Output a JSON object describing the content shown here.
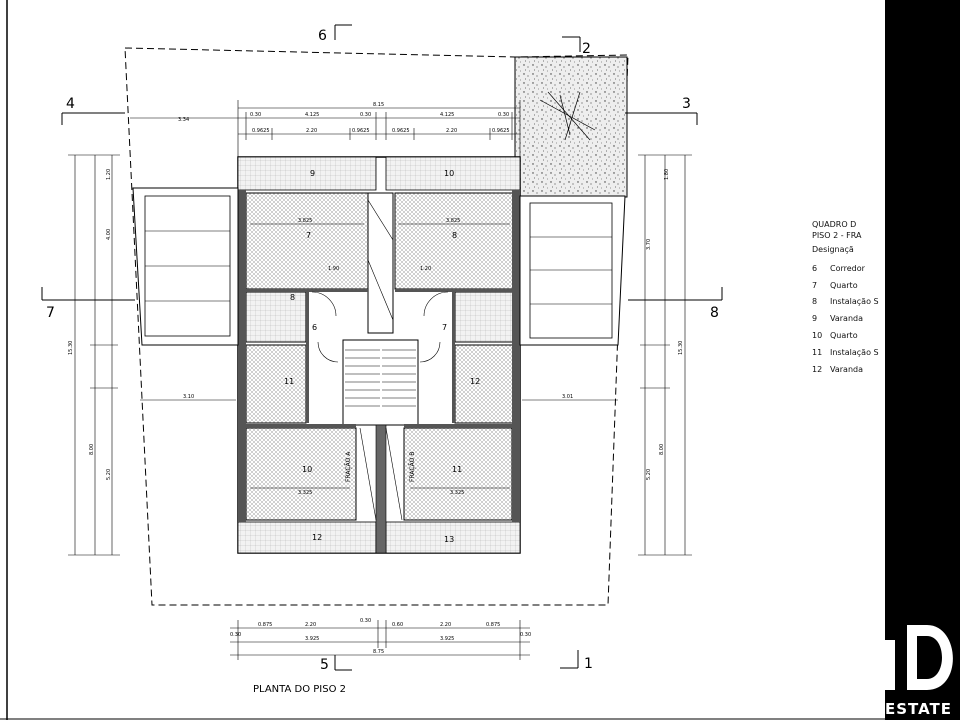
{
  "sections": {
    "s1": "1",
    "s2": "2",
    "s3": "3",
    "s4": "4",
    "s5": "5",
    "s6": "6",
    "s7": "7",
    "s8": "8"
  },
  "plan_title": "PLANTA DO PISO 2",
  "room_numbers": {
    "r6": "6",
    "r7a": "7",
    "r7b": "7",
    "r8a": "8",
    "r8b": "8",
    "r9": "9",
    "r10a": "10",
    "r10b": "10",
    "r11a": "11",
    "r11b": "11",
    "r12a": "12",
    "r12b": "12",
    "r13": "13"
  },
  "fraction_labels": [
    "FRAÇÃO A",
    "FRAÇÃO B"
  ],
  "dims_top": {
    "total": "8.15",
    "d1": "0.30",
    "d2": "4.125",
    "d3": "0.30",
    "d4": "4.125",
    "d5": "0.30",
    "d6": "3.34",
    "d7": "0.9625",
    "d8": "2.20",
    "d9": "0.9625",
    "d10": "0.9625",
    "d11": "2.20",
    "d12": "0.9625"
  },
  "dims_bottom": {
    "total": "8.75",
    "a1": "0.30",
    "a2": "0.875",
    "a3": "2.20",
    "a4": "0.30",
    "a5": "0.60",
    "a6": "2.20",
    "a7": "0.875",
    "a8": "0.30",
    "b1": "3.925",
    "b2": "3.925"
  },
  "dims_interior": {
    "w1": "3.825",
    "w2": "3.825",
    "w3": "3.325",
    "w4": "3.325",
    "side_l": "3.10",
    "side_r": "3.01",
    "h1": "1.90",
    "h2": "1.20"
  },
  "dims_vertical": {
    "v1": "15.30",
    "v2": "15.30",
    "v3": "8.00",
    "v4": "8.00",
    "v5": "5.20",
    "v6": "5.20",
    "v7": "4.00",
    "v8": "3.70",
    "v9": "1.20",
    "v10": "1.80"
  },
  "legend": {
    "title_line1": "QUADRO D",
    "title_line2": "PISO 2 - FRA",
    "header": "Designaçã",
    "items": [
      {
        "num": "6",
        "name": "Corredor"
      },
      {
        "num": "7",
        "name": "Quarto"
      },
      {
        "num": "8",
        "name": "Instalação S"
      },
      {
        "num": "9",
        "name": "Varanda"
      },
      {
        "num": "10",
        "name": "Quarto"
      },
      {
        "num": "11",
        "name": "Instalação S"
      },
      {
        "num": "12",
        "name": "Varanda"
      }
    ]
  },
  "logo_text": "ESTATE"
}
